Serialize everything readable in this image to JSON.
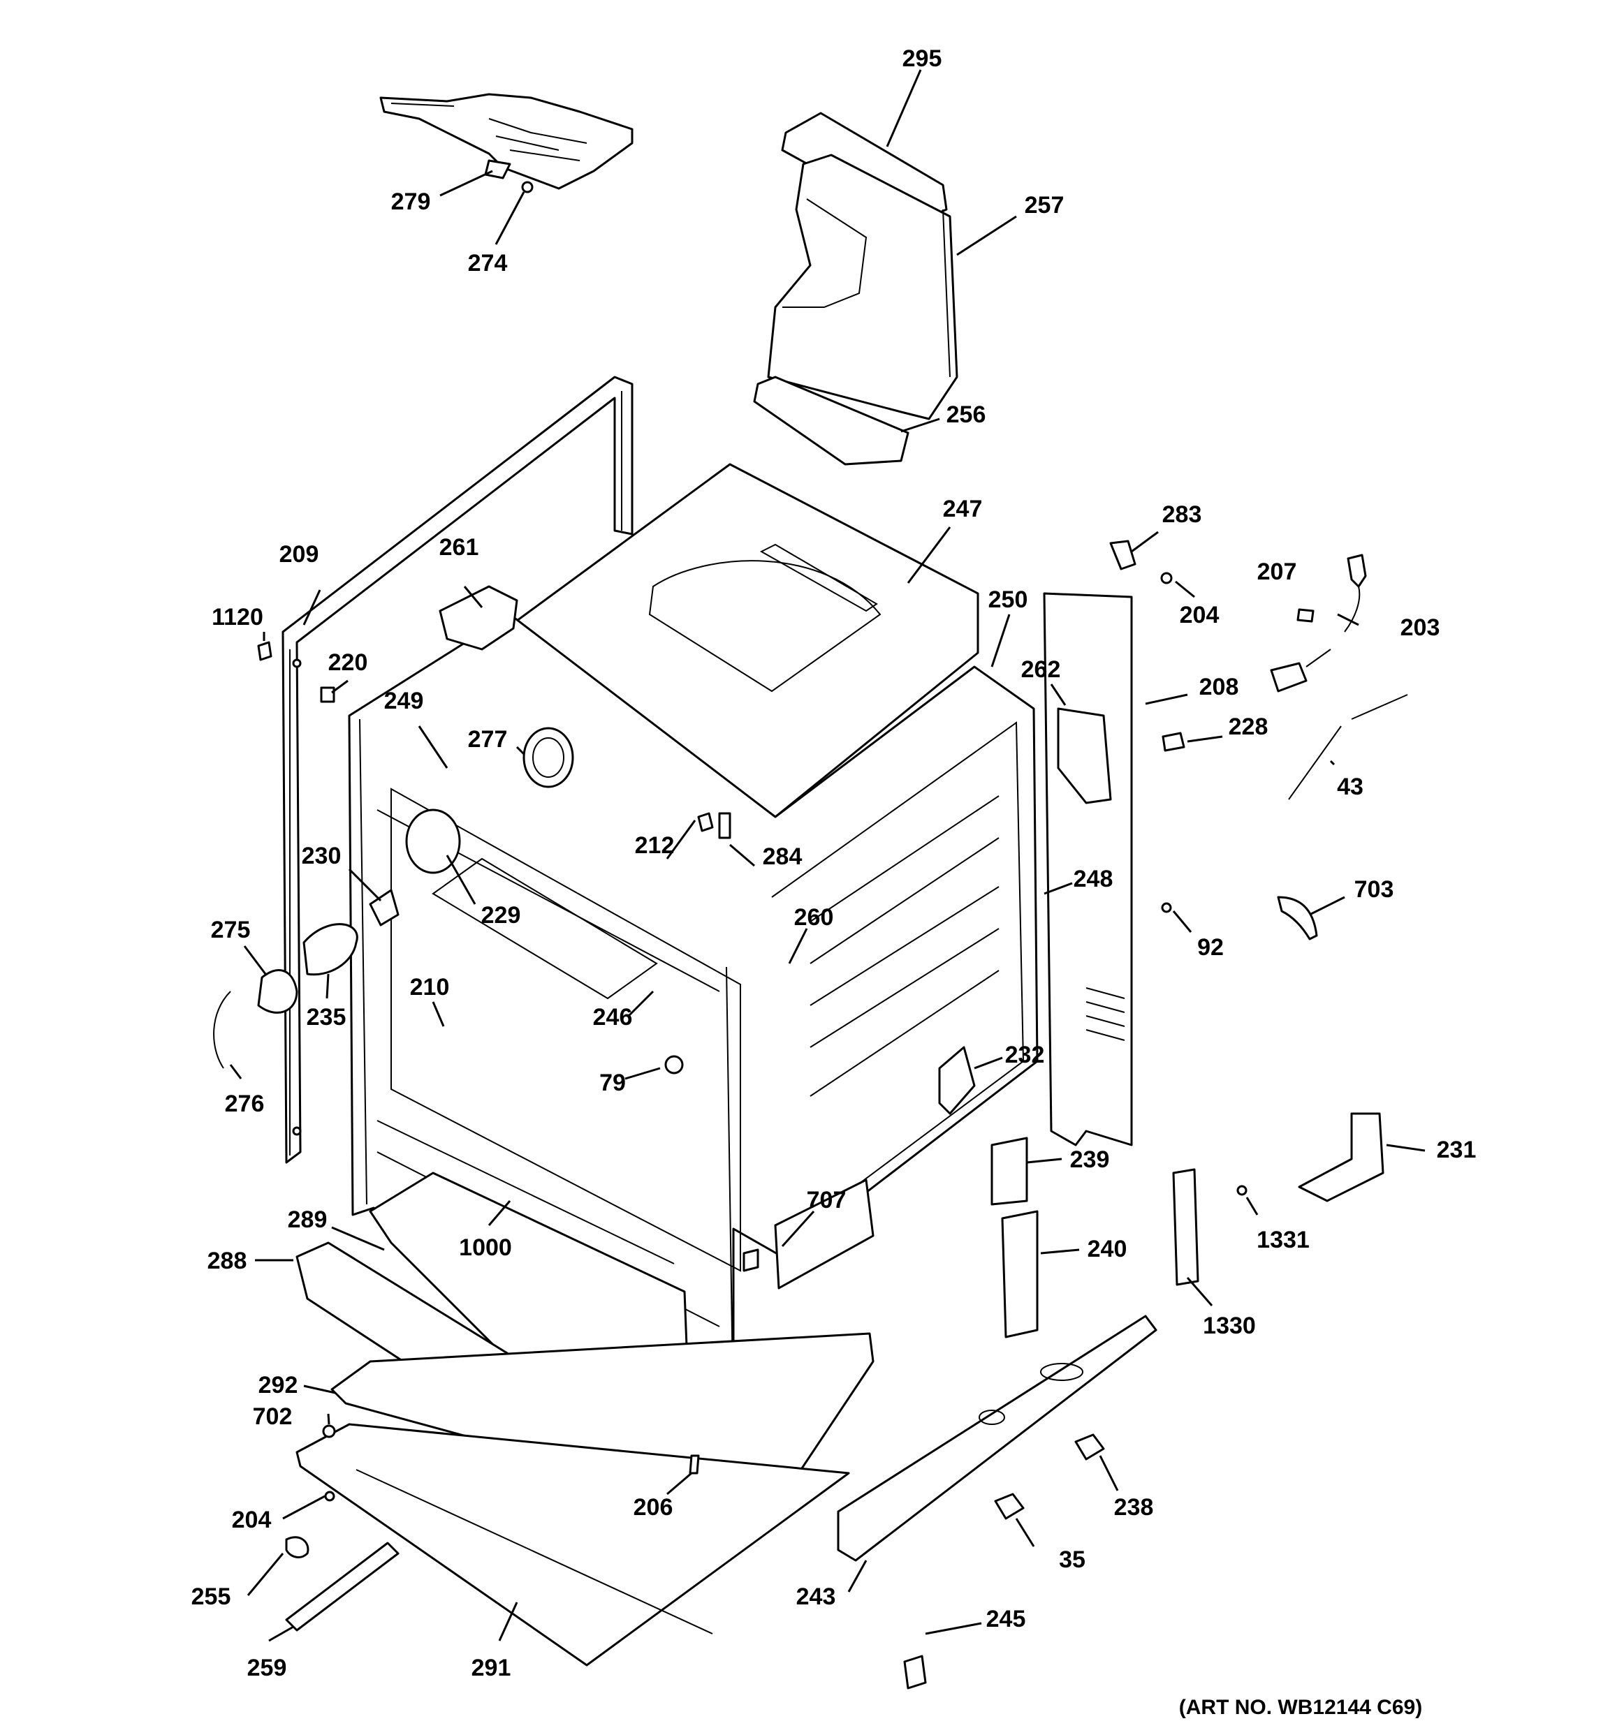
{
  "diagram": {
    "art_number": "(ART NO. WB12144 C69)",
    "callouts": [
      {
        "id": "295",
        "label": "295"
      },
      {
        "id": "257",
        "label": "257"
      },
      {
        "id": "256",
        "label": "256"
      },
      {
        "id": "279",
        "label": "279"
      },
      {
        "id": "274",
        "label": "274"
      },
      {
        "id": "247",
        "label": "247"
      },
      {
        "id": "283",
        "label": "283"
      },
      {
        "id": "207",
        "label": "207"
      },
      {
        "id": "203",
        "label": "203"
      },
      {
        "id": "204-top",
        "label": "204"
      },
      {
        "id": "250",
        "label": "250"
      },
      {
        "id": "262",
        "label": "262"
      },
      {
        "id": "208",
        "label": "208"
      },
      {
        "id": "228",
        "label": "228"
      },
      {
        "id": "43",
        "label": "43"
      },
      {
        "id": "209",
        "label": "209"
      },
      {
        "id": "261",
        "label": "261"
      },
      {
        "id": "1120",
        "label": "1120"
      },
      {
        "id": "220",
        "label": "220"
      },
      {
        "id": "249",
        "label": "249"
      },
      {
        "id": "277",
        "label": "277"
      },
      {
        "id": "212",
        "label": "212"
      },
      {
        "id": "284",
        "label": "284"
      },
      {
        "id": "230",
        "label": "230"
      },
      {
        "id": "229",
        "label": "229"
      },
      {
        "id": "260",
        "label": "260"
      },
      {
        "id": "248",
        "label": "248"
      },
      {
        "id": "703",
        "label": "703"
      },
      {
        "id": "92",
        "label": "92"
      },
      {
        "id": "275",
        "label": "275"
      },
      {
        "id": "210",
        "label": "210"
      },
      {
        "id": "235",
        "label": "235"
      },
      {
        "id": "246",
        "label": "246"
      },
      {
        "id": "276",
        "label": "276"
      },
      {
        "id": "79",
        "label": "79"
      },
      {
        "id": "232",
        "label": "232"
      },
      {
        "id": "231",
        "label": "231"
      },
      {
        "id": "239",
        "label": "239"
      },
      {
        "id": "289",
        "label": "289"
      },
      {
        "id": "707",
        "label": "707"
      },
      {
        "id": "1331",
        "label": "1331"
      },
      {
        "id": "288",
        "label": "288"
      },
      {
        "id": "1000",
        "label": "1000"
      },
      {
        "id": "240",
        "label": "240"
      },
      {
        "id": "1330",
        "label": "1330"
      },
      {
        "id": "292",
        "label": "292"
      },
      {
        "id": "702",
        "label": "702"
      },
      {
        "id": "206",
        "label": "206"
      },
      {
        "id": "238",
        "label": "238"
      },
      {
        "id": "204-bottom",
        "label": "204"
      },
      {
        "id": "35",
        "label": "35"
      },
      {
        "id": "255",
        "label": "255"
      },
      {
        "id": "243",
        "label": "243"
      },
      {
        "id": "245",
        "label": "245"
      },
      {
        "id": "259",
        "label": "259"
      },
      {
        "id": "291",
        "label": "291"
      }
    ]
  }
}
